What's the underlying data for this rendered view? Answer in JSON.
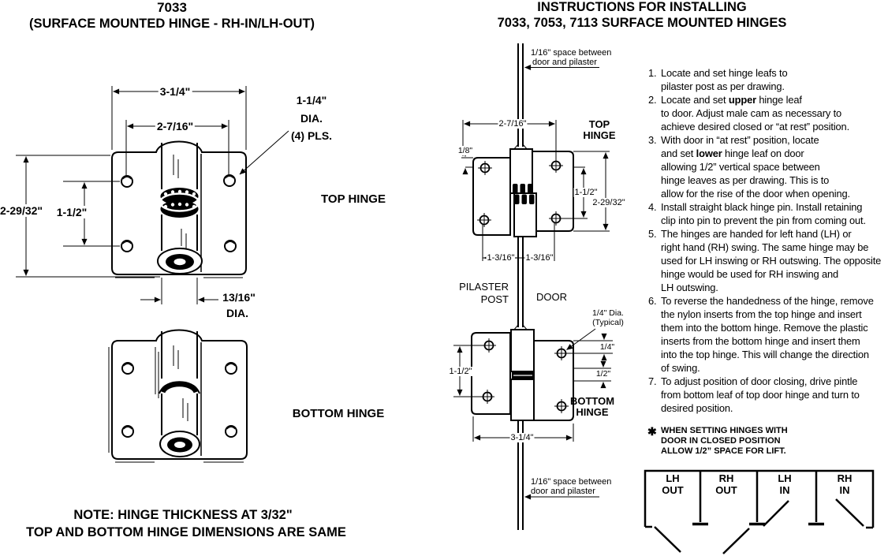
{
  "left_panel": {
    "title_line1": "7033",
    "title_line2": "(SURFACE MOUNTED HINGE - RH-IN/LH-OUT)",
    "top_hinge": {
      "label": "TOP HINGE",
      "dim_width_outer": "3-1/4\"",
      "dim_width_holes": "2-7/16\"",
      "dim_height_outer": "2-29/32\"",
      "dim_height_holes": "1-1/2\"",
      "hole_note_line1": "1-1/4\"",
      "hole_note_line2": "DIA.",
      "hole_note_line3": "(4) PLS.",
      "pin_dim_line1": "13/16\"",
      "pin_dim_line2": "DIA."
    },
    "bottom_hinge": {
      "label": "BOTTOM HINGE"
    },
    "note_line1": "NOTE: HINGE THICKNESS AT 3/32\"",
    "note_line2": "TOP AND BOTTOM HINGE DIMENSIONS ARE SAME"
  },
  "center_panel": {
    "gap_note_top": {
      "line1": "1/16\" space between",
      "line2": "door and pilaster"
    },
    "gap_note_bottom": {
      "line1": "1/16\" space between",
      "line2": "door and pilaster"
    },
    "top_hinge": {
      "label_line1": "TOP",
      "label_line2": "HINGE",
      "dim_width_holes": "2-7/16\"",
      "dim_top_offset": "1/8\"",
      "dim_height_holes": "1-1/2\"",
      "dim_height_outer": "2-29/32\"",
      "dim_left_half": "1-3/16\"",
      "dim_right_half": "1-3/16\""
    },
    "pilaster_label_line1": "PILASTER",
    "pilaster_label_line2": "POST",
    "door_label": "DOOR",
    "bottom_hinge": {
      "label_line1": "BOTTOM",
      "label_line2": "HINGE",
      "hole_note_line1": "1/4\" Dia.",
      "hole_note_line2": "(Typical)",
      "dim_door_offset": "1/4\"",
      "dim_leaf_gap": "1/2\"",
      "dim_height_holes": "1-1/2\"",
      "dim_width_outer": "3-1/4\""
    }
  },
  "right_panel": {
    "title_line1": "INSTRUCTIONS FOR INSTALLING",
    "title_line2": "7033, 7053, 7113 SURFACE MOUNTED HINGES",
    "instructions": [
      {
        "num": "1.",
        "lines": [
          "Locate and set hinge leafs to",
          "pilaster post as per drawing."
        ]
      },
      {
        "num": "2.",
        "lines": [
          "Locate and set **upper** hinge leaf",
          "to door.  Adjust male cam as necessary to",
          "achieve desired closed or “at rest” position."
        ]
      },
      {
        "num": "3.",
        "lines": [
          "With door in “at rest” position, locate",
          "and set **lower** hinge leaf on door",
          "allowing 1/2” vertical space between",
          "hinge leaves as per drawing.  This is to",
          "allow for the rise of the door when opening."
        ]
      },
      {
        "num": "4.",
        "lines": [
          "Install straight black hinge pin. Install retaining",
          "clip into pin to prevent the pin from coming out."
        ]
      },
      {
        "num": "5.",
        "lines": [
          "The hinges are handed for left hand (LH) or",
          "right hand (RH) swing. The same hinge may be",
          "used for LH inswing or RH outswing. The opposite",
          "hinge would be used for RH inswing and",
          "LH outswing."
        ]
      },
      {
        "num": "6.",
        "lines": [
          "To reverse the handedness of the hinge, remove",
          "the nylon inserts from the top hinge and insert",
          "them into the bottom hinge. Remove the plastic",
          "inserts from the bottom hinge and insert them",
          "into the top hinge. This will change the direction",
          "of swing."
        ]
      },
      {
        "num": "7.",
        "lines": [
          "To adjust position of door closing, drive pintle",
          "from bottom leaf of top door hinge and turn to",
          "desired position."
        ]
      }
    ],
    "footnote": {
      "marker": "✱",
      "lines": [
        "WHEN SETTING HINGES WITH",
        "DOOR IN CLOSED POSITION",
        "ALLOW 1/2” SPACE FOR LIFT."
      ]
    },
    "handedness": {
      "stalls": [
        {
          "hand": "LH",
          "dir": "OUT"
        },
        {
          "hand": "RH",
          "dir": "OUT"
        },
        {
          "hand": "LH",
          "dir": "IN"
        },
        {
          "hand": "RH",
          "dir": "IN"
        }
      ]
    }
  }
}
